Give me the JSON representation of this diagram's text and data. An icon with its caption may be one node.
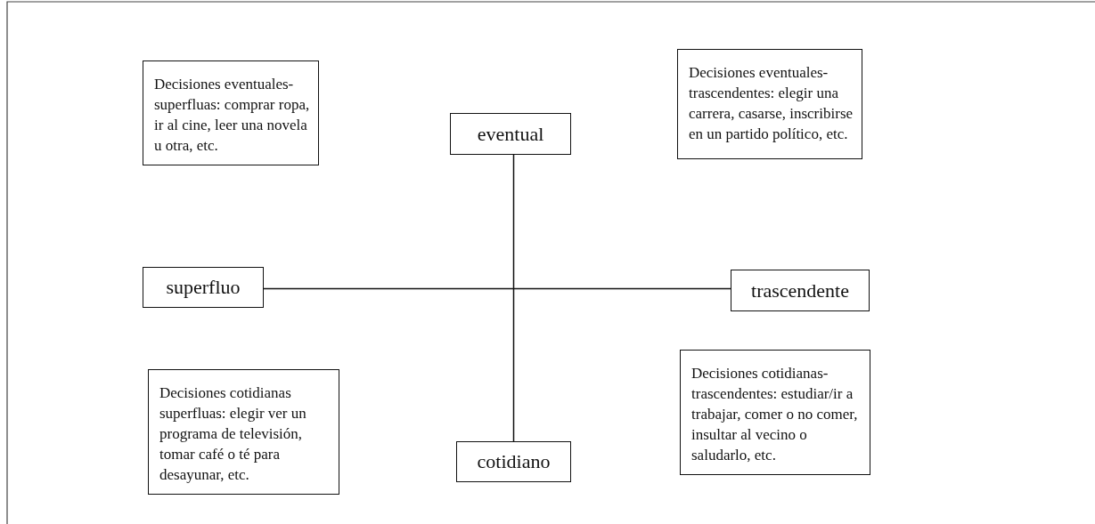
{
  "diagram": {
    "nodes": [
      {
        "text": [
          "Decisiones eventuales-superfluas: comprar ropa, ir al cine, leer una novela u otra, etc."
        ]
      },
      {
        "text": [
          "eventual"
        ]
      },
      {
        "text": [
          "Decisiones eventuales-trascendentes: elegir una carrera, casarse, inscribirse en un partido político, etc."
        ]
      },
      {
        "text": [
          "superfluo"
        ]
      },
      {
        "text": [
          "trascendente"
        ]
      },
      {
        "text": [
          "Decisiones cotidianas superfluas: elegir ver un programa de televisión, tomar café o té para desayunar, etc."
        ]
      },
      {
        "text": [
          "cotidiano"
        ]
      },
      {
        "text": [
          "Decisiones cotidianas-trascendentes: estudiar/ir a trabajar, comer o no comer, insultar al vecino o saludarlo, etc."
        ]
      }
    ],
    "edges": [
      {
        "from": 1,
        "to": 6,
        "arrow": "none"
      },
      {
        "from": 3,
        "to": 4,
        "arrow": "none"
      }
    ]
  }
}
